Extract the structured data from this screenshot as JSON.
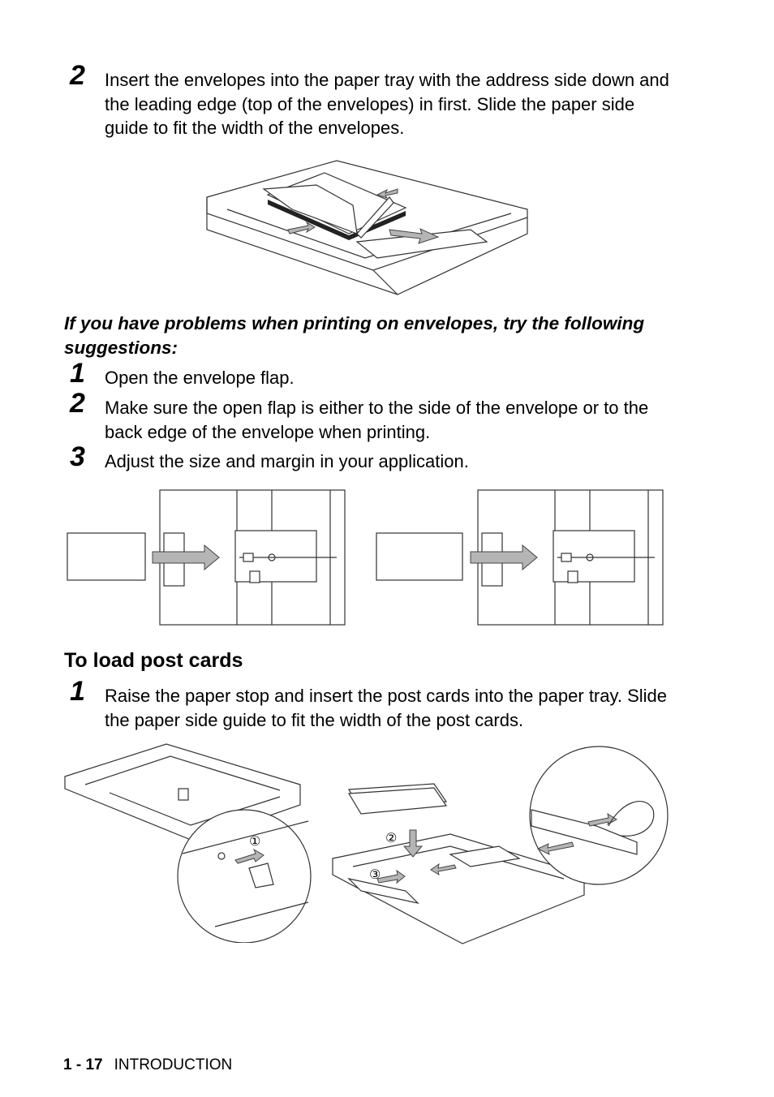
{
  "steps_top": [
    {
      "number": "2",
      "text": "Insert the envelopes into the paper tray with the address side down and the leading edge (top of the envelopes) in first. Slide the paper side guide to fit the width of the envelopes."
    }
  ],
  "problems_heading": "If you have problems when printing on envelopes, try the following suggestions:",
  "suggestions": [
    {
      "number": "1",
      "text": "Open the envelope flap."
    },
    {
      "number": "2",
      "text": "Make sure the open flap is either to the side of the envelope or to the back edge of the envelope when printing."
    },
    {
      "number": "3",
      "text": "Adjust the size and margin in your application."
    }
  ],
  "postcards": {
    "heading": "To load post cards",
    "steps": [
      {
        "number": "1",
        "text": "Raise the paper stop and insert the post cards into the paper tray. Slide the paper side guide to fit the width of the post cards."
      }
    ],
    "callouts": [
      "①",
      "②",
      "③"
    ]
  },
  "footer": {
    "page": "1 - 17",
    "section": "INTRODUCTION"
  }
}
